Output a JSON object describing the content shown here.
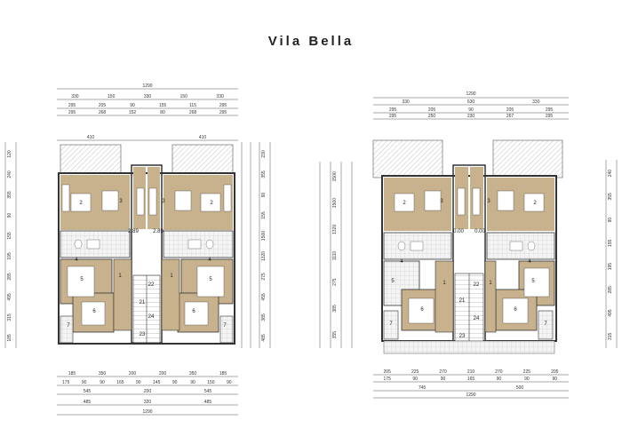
{
  "title": "Vila Bella",
  "plans": [
    {
      "id": "left",
      "top_total": "1290",
      "top_row1": [
        "330",
        "150",
        "330",
        "150",
        "330"
      ],
      "top_row2": [
        "295",
        "205",
        "90",
        "155",
        "115",
        "295"
      ],
      "top_row3": [
        "295",
        "268",
        "152",
        "80",
        "268",
        "295"
      ],
      "balcony_dims": [
        "410",
        "410"
      ],
      "left_dims": [
        "120",
        "240",
        "355",
        "90",
        "155",
        "195",
        "285",
        "495",
        "315",
        "185"
      ],
      "right_dims": [
        "230",
        "355",
        "90",
        "155",
        "1500",
        "1320",
        "275",
        "455",
        "385",
        "485"
      ],
      "bottom_row1": [
        "185",
        "350",
        "200",
        "200",
        "350",
        "185"
      ],
      "bottom_row2": [
        "175",
        "90",
        "90",
        "165",
        "90",
        "145",
        "90",
        "90",
        "150",
        "90"
      ],
      "bottom_row3": [
        "545",
        "200",
        "545"
      ],
      "bottom_row4": [
        "485",
        "320",
        "485"
      ],
      "bottom_total": "1290",
      "rooms": [
        "2",
        "3",
        "3",
        "2",
        "4",
        "4",
        "5",
        "5",
        "6",
        "6",
        "7",
        "7",
        "1",
        "1",
        "21",
        "22",
        "23",
        "24",
        "2.89",
        "2.89"
      ]
    },
    {
      "id": "right",
      "top_total": "1290",
      "top_row1": [
        "330",
        "630",
        "330"
      ],
      "top_row2": [
        "295",
        "205",
        "90",
        "205",
        "295"
      ],
      "top_row3": [
        "295",
        "250",
        "230",
        "267",
        "295"
      ],
      "left_dims": [
        "1500",
        "1500",
        "1320",
        "1110",
        "275",
        "385",
        "355"
      ],
      "right_dims": [
        "240",
        "355",
        "90",
        "155",
        "195",
        "285",
        "495",
        "315"
      ],
      "bottom_row1": [
        "205",
        "225",
        "270",
        "210",
        "270",
        "225",
        "205"
      ],
      "bottom_row2": [
        "175",
        "90",
        "90",
        "165",
        "90",
        "90",
        "90"
      ],
      "bottom_row3": [
        "745",
        "500"
      ],
      "bottom_total": "1290",
      "rooms": [
        "2",
        "3",
        "3",
        "2",
        "4",
        "4",
        "5",
        "5",
        "6",
        "6",
        "7",
        "7",
        "1",
        "1",
        "21",
        "22",
        "23",
        "24",
        "0.00",
        "0.00"
      ]
    }
  ],
  "colors": {
    "wood": "#c9b48f",
    "wall": "#333333",
    "line": "#555555",
    "hatch": "#9a9a9a",
    "tile": "#f2f2f2"
  }
}
